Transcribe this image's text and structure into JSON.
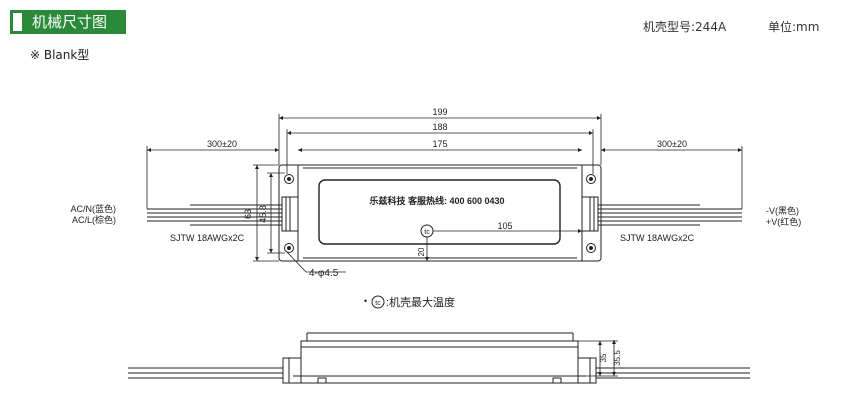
{
  "header": {
    "title": "机械尺寸图",
    "accent_color": "#2a8a3a"
  },
  "model": {
    "label": "机壳型号:244A",
    "unit": "单位:mm"
  },
  "variant": "※ Blank型",
  "dimensions": {
    "overall": "199",
    "mid": "188",
    "inner": "175",
    "cable_left": "300±20",
    "cable_right": "300±20",
    "height": "63",
    "height_inner": "45.8",
    "tc_offset_x": "105",
    "tc_offset_y": "20",
    "holes": "4-φ4.5",
    "side_h1": "35",
    "side_h2": "35.5"
  },
  "label_plate": "乐兹科技  客服热线: 400  600  0430",
  "left_wires": {
    "line1": "AC/N(蓝色)",
    "line2": "AC/L(棕色)",
    "cable": "SJTW 18AWGx2C"
  },
  "right_wires": {
    "line1": "-V(黑色)",
    "line2": "+V(红色)",
    "cable": "SJTW 18AWGx2C"
  },
  "tc": {
    "symbol": "tc",
    "legend": ":机壳最大温度",
    "bullet": "•"
  }
}
